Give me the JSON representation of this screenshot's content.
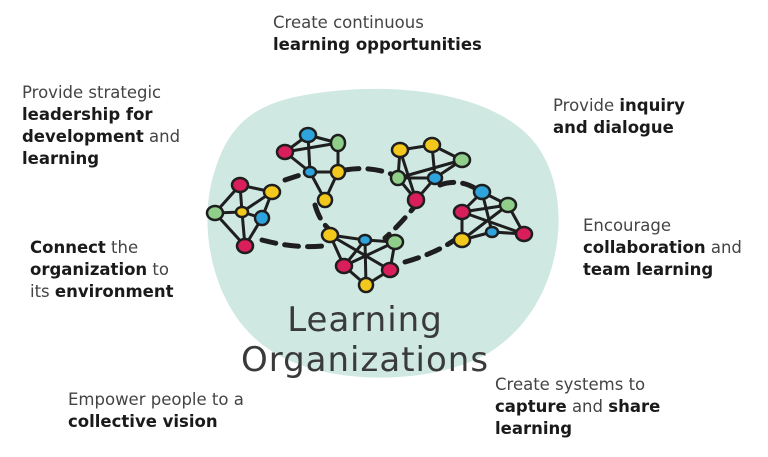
{
  "title": {
    "line1": "Learning",
    "line2": "Organizations"
  },
  "practices": [
    {
      "p1": "Create continuous",
      "b1": "learning opportunities"
    },
    {
      "p1": "Provide ",
      "b1": "inquiry",
      "b2": "and dialogue"
    },
    {
      "p1": "Encourage",
      "b1": "collaboration",
      "p2": " and",
      "b2": "team learning"
    },
    {
      "p1": "Create systems to",
      "b1": "capture",
      "p2": " and ",
      "b2": "share",
      "b3": "learning"
    },
    {
      "p1": "Empower people to a",
      "b1": "collective vision"
    },
    {
      "b1": "Connect",
      "p1": " the",
      "b2": "organization",
      "p2": " to",
      "p3": "its ",
      "b3": "environment"
    },
    {
      "p1": "Provide strategic",
      "b1": "leadership for",
      "b2": "development",
      "p2": " and",
      "b3": "learning"
    }
  ],
  "colors": {
    "blob": "#cfe8e2",
    "node_pink": "#d81f5b",
    "node_yellow": "#f2c81c",
    "node_green": "#8fcf8a",
    "node_blue": "#2fa3dc",
    "line": "#1e1e1e"
  }
}
